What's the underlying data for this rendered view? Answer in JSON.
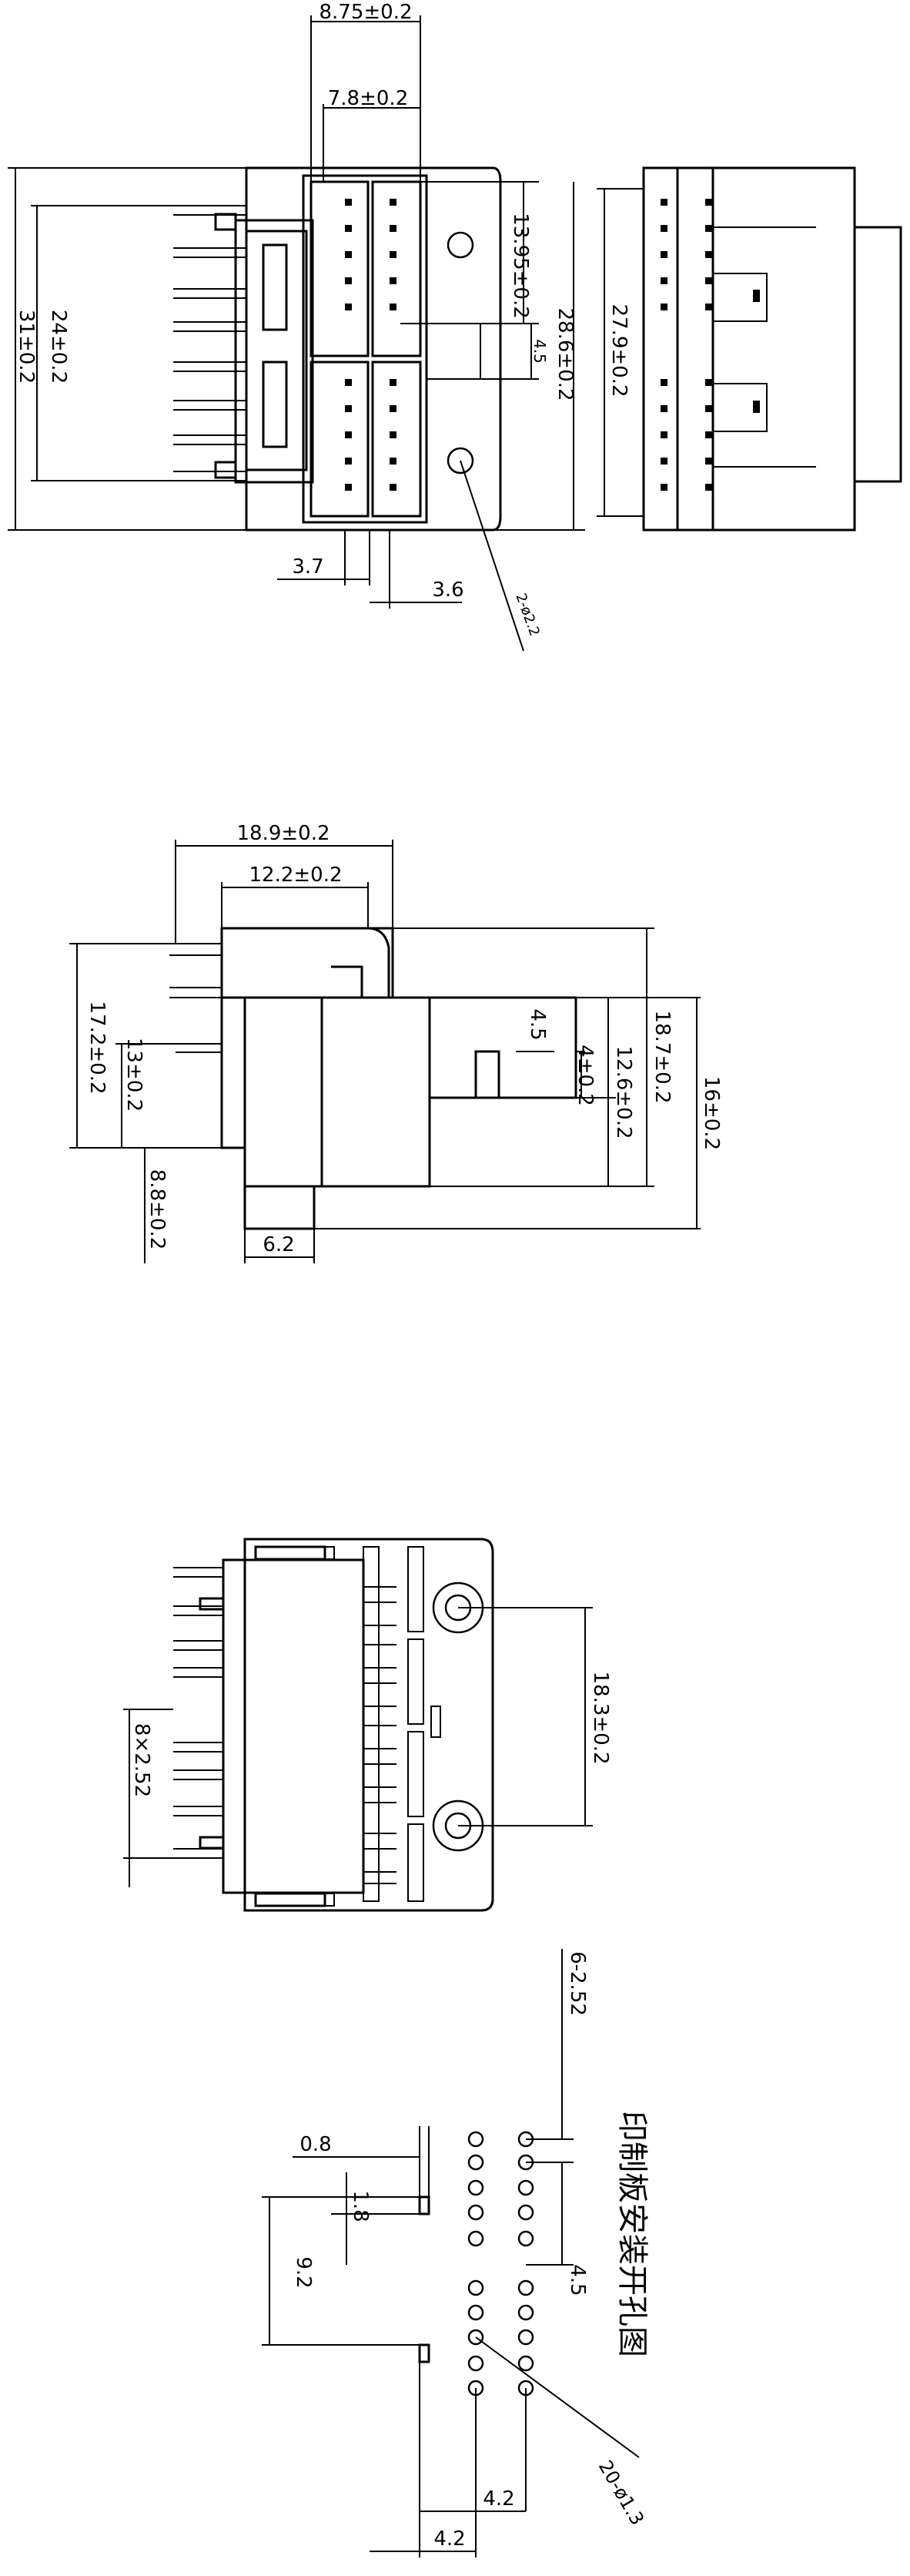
{
  "dimensions": {
    "top_view": {
      "pitch_span_8_75": "8.75±0.2",
      "row_spacing_7_8": "7.8±0.2",
      "height_24": "24±0.2",
      "height_31": "31±0.2",
      "pin_span_13_95": "13.95±0.2",
      "key_4_5": "4.5",
      "body_28_6": "28.6±0.2",
      "offset_3_7": "3.7",
      "offset_3_6": "3.6",
      "mount_hole": "2-ø2.2",
      "side_27_9": "27.9±0.2"
    },
    "side_view": {
      "width_18_9": "18.9±0.2",
      "width_12_2": "12.2±0.2",
      "height_17_2": "17.2±0.2",
      "height_13": "13±0.2",
      "height_8_8": "8.8±0.2",
      "tail_6_2": "6.2",
      "slot_4_5": "4.5",
      "height_18_7": "18.7±0.2",
      "height_12_6": "12.6±0.2",
      "slot_4": "4±0.2",
      "height_16": "16±0.2"
    },
    "bottom_view": {
      "hole_span_18_3": "18.3±0.2",
      "pitch_8x2_52": "8×2.52"
    },
    "pcb_layout": {
      "pitch_6_2_52": "6-2.52",
      "slot_width_0_8": "0.8",
      "slot_len_1_8": "1.8",
      "slot_spacing_9_2": "9.2",
      "gap_4_5": "4.5",
      "row_4_2_a": "4.2",
      "row_4_2_b": "4.2",
      "holes_20_1_3": "20-ø1.3",
      "title": "印制板安装开孔图"
    }
  }
}
